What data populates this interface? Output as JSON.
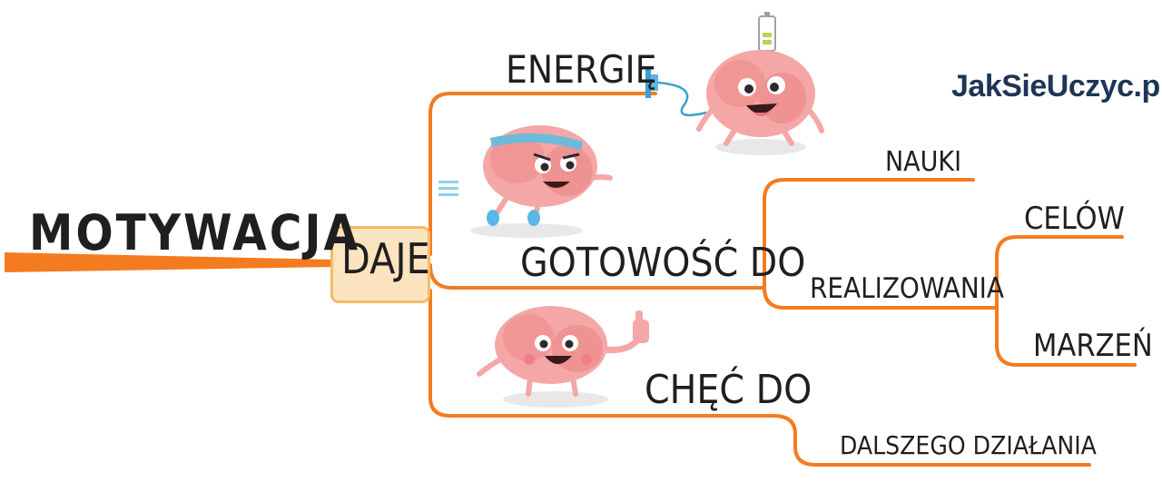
{
  "brand": {
    "text": "JakSieUczyc.pl"
  },
  "mindmap": {
    "root": "MOTYWACJA",
    "connector": "DAJE",
    "branches": [
      {
        "label": "ENERGIĘ"
      },
      {
        "label": "GOTOWOŚĆ DO",
        "children": [
          {
            "label": "NAUKI"
          },
          {
            "label": "REALIZOWANIA",
            "children": [
              {
                "label": "CELÓW"
              },
              {
                "label": "MARZEŃ"
              }
            ]
          }
        ]
      },
      {
        "label": "CHĘĆ DO",
        "children": [
          {
            "label": "DALSZEGO DZIAŁANIA"
          }
        ]
      }
    ]
  },
  "colors": {
    "branch": "#f47b20",
    "text": "#1f1f1f",
    "brand": "#1e3557",
    "daje_fill": "#fde4c1",
    "daje_border": "#f6b968",
    "brain": "#f4a7a6"
  },
  "illustrations": [
    "charging-brain-icon",
    "running-brain-icon",
    "thumbs-up-brain-icon"
  ]
}
